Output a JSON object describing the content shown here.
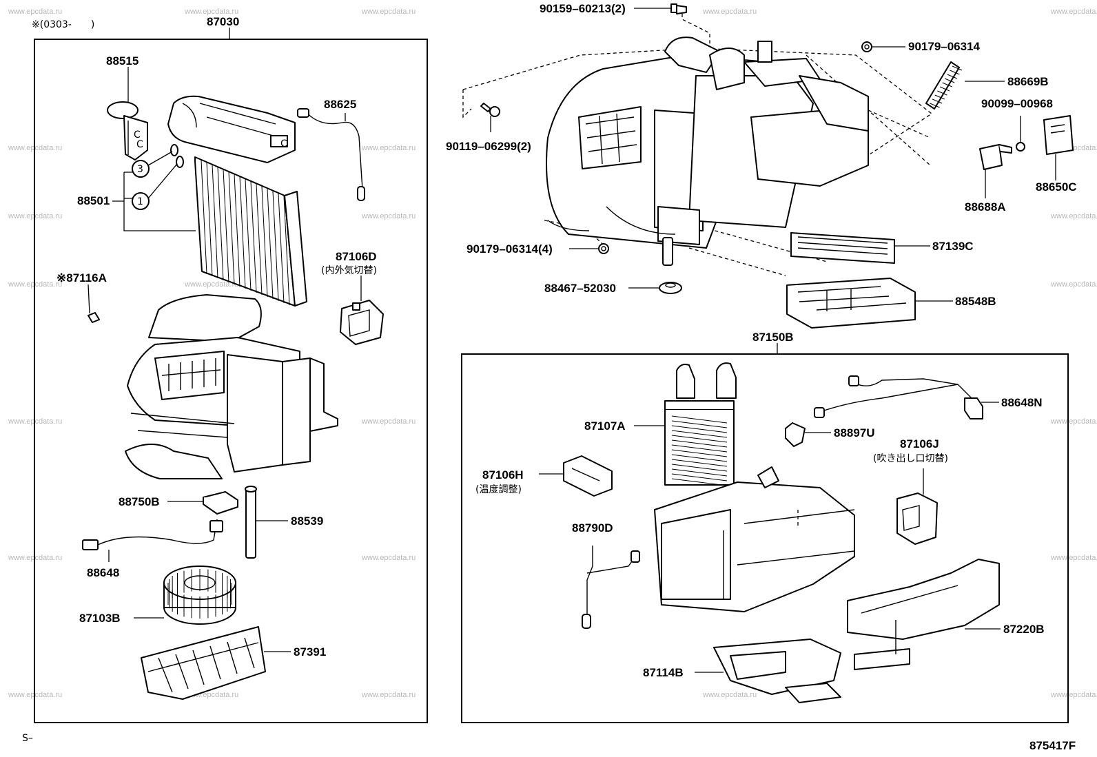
{
  "diagram": {
    "note": "※(0303-　　)",
    "group_left": "87030",
    "group_right": "87150B",
    "footer_left": "S–",
    "footer_right": "875417F",
    "watermark": "www.epcdata.ru",
    "labels": {
      "p88515": "88515",
      "p88625": "88625",
      "p88501": "88501",
      "circle3": "3",
      "circle1": "1",
      "p87116A": "※87116A",
      "p87106D": "87106D",
      "p87106D_sub": "(内外気切替)",
      "p88750B": "88750B",
      "p88539": "88539",
      "p88648": "88648",
      "p87103B": "87103B",
      "p87391": "87391",
      "p90159": "90159–60213(2)",
      "p90179a": "90179–06314",
      "p88669B": "88669B",
      "p90099": "90099–00968",
      "p90119": "90119–06299(2)",
      "p88650C": "88650C",
      "p88688A": "88688A",
      "p90179b": "90179–06314(4)",
      "p87139C": "87139C",
      "p88467": "88467–52030",
      "p88548B": "88548B",
      "p88648N": "88648N",
      "p87107A": "87107A",
      "p88897U": "88897U",
      "p87106J": "87106J",
      "p87106J_sub": "(吹き出し口切替)",
      "p87106H": "87106H",
      "p87106H_sub": "(温度調整)",
      "p88790D": "88790D",
      "p87220B": "87220B",
      "p87114B": "87114B"
    }
  }
}
